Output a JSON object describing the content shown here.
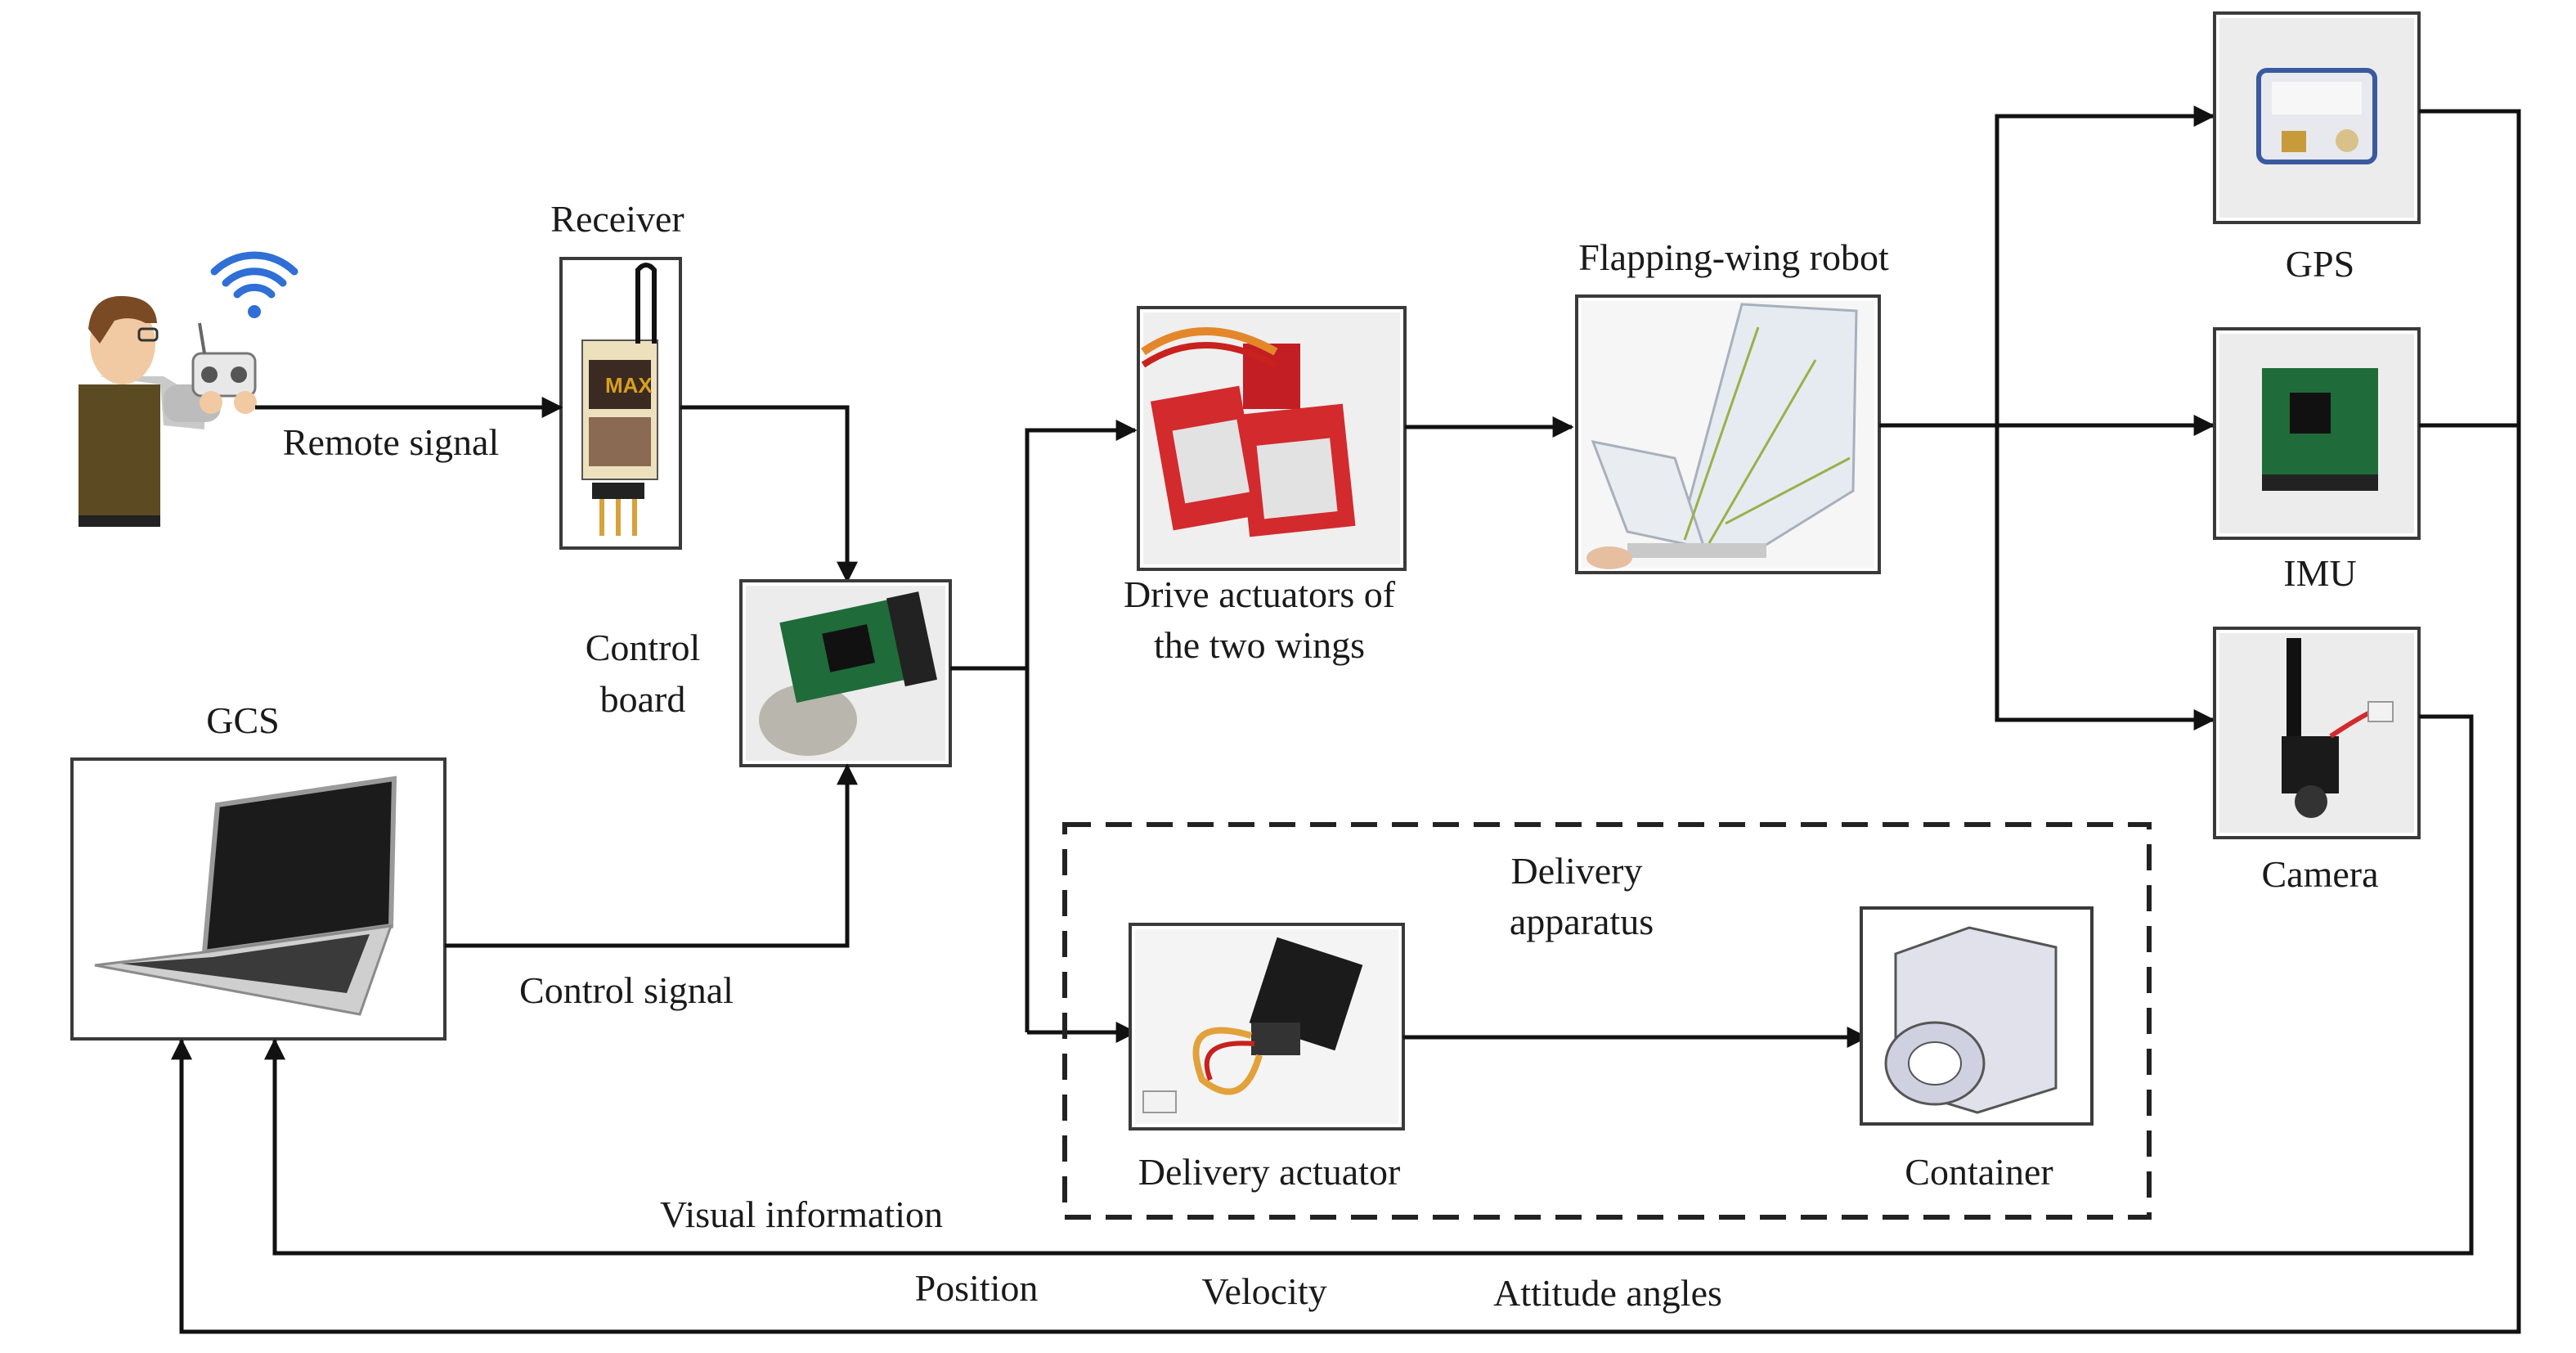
{
  "nodes": {
    "receiver": "Receiver",
    "remote_signal": "Remote signal",
    "control_board_1": "Control",
    "control_board_2": "board",
    "gcs": "GCS",
    "control_signal": "Control signal",
    "drive_actuators_1": "Drive actuators of",
    "drive_actuators_2": "the two wings",
    "flapping_wing_robot": "Flapping-wing robot",
    "gps": "GPS",
    "imu": "IMU",
    "camera": "Camera",
    "delivery_apparatus_1": "Delivery",
    "delivery_apparatus_2": "apparatus",
    "delivery_actuator": "Delivery actuator",
    "container": "Container"
  },
  "feedback": {
    "visual_information": "Visual information",
    "position": "Position",
    "velocity": "Velocity",
    "attitude_angles": "Attitude angles"
  },
  "icons": {
    "operator": "operator-with-remote-icon",
    "wifi": "wifi-signal-icon"
  },
  "colors": {
    "line": "#111111",
    "servo_red": "#d32a2e",
    "wifi_blue": "#2f6fd6",
    "pcb_green": "#1f6b3a"
  }
}
